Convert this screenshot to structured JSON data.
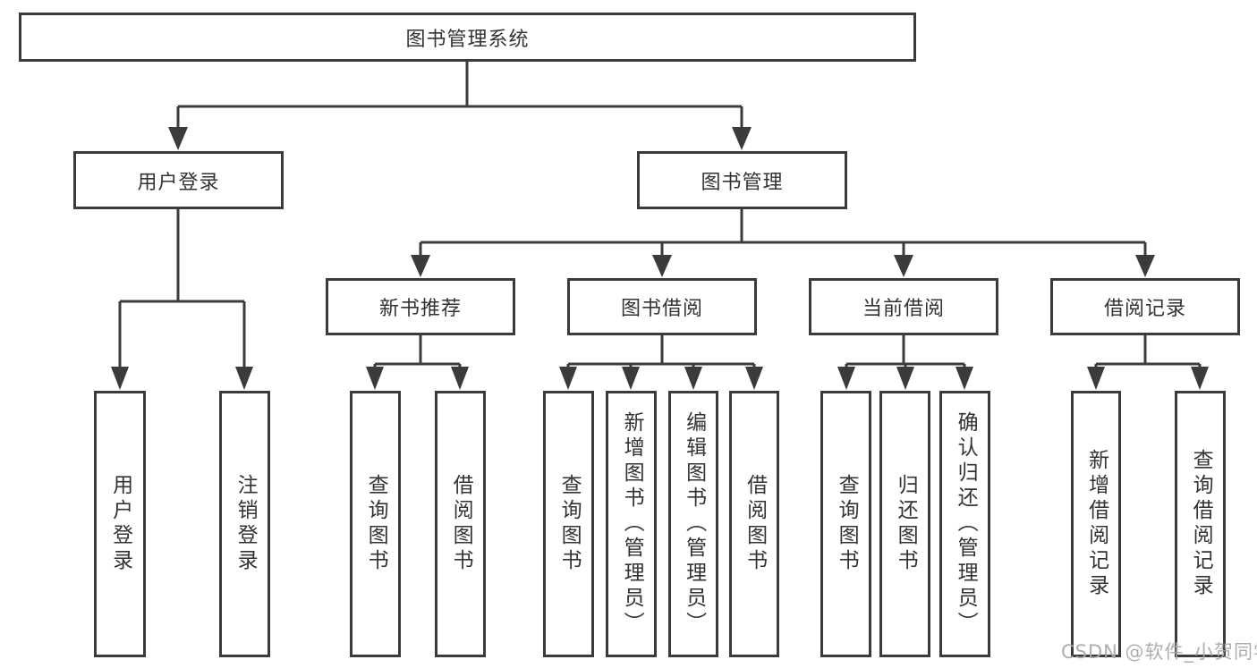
{
  "diagram": {
    "root": {
      "label": "图书管理系统"
    },
    "level2": [
      {
        "label": "用户登录"
      },
      {
        "label": "图书管理"
      }
    ],
    "level3": [
      {
        "label": "新书推荐"
      },
      {
        "label": "图书借阅"
      },
      {
        "label": "当前借阅"
      },
      {
        "label": "借阅记录"
      }
    ],
    "leaves": {
      "user_login": [
        "用户登录",
        "注销登录"
      ],
      "new_books": [
        "查询图书",
        "借阅图书"
      ],
      "book_borrow": [
        "查询图书",
        "新增图书（管理员）",
        "编辑图书（管理员）",
        "借阅图书"
      ],
      "current_borrow": [
        "查询图书",
        "归还图书",
        "确认归还（管理员）"
      ],
      "borrow_records": [
        "新增借阅记录",
        "查询借阅记录"
      ]
    },
    "watermark": "CSDN @软件_小贺同学",
    "colors": {
      "border": "#3b3b3b",
      "text": "#333333",
      "watermark": "#aaaaaa",
      "background": "#ffffff"
    }
  }
}
